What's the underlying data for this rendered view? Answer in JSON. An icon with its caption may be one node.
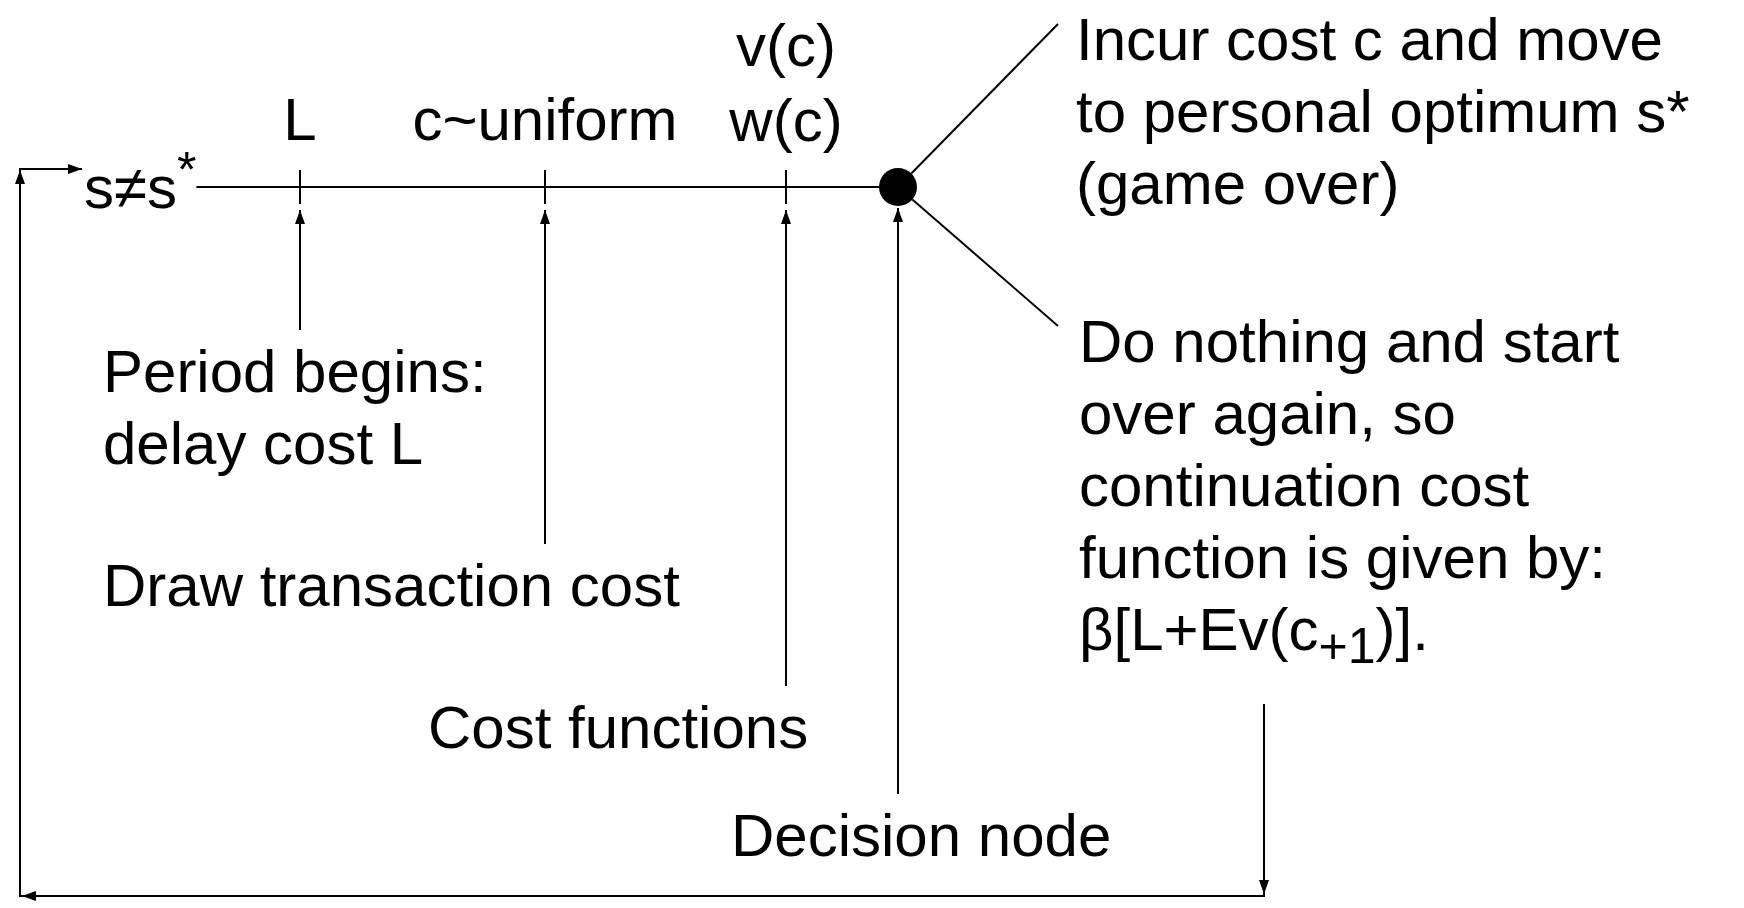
{
  "diagram": {
    "nodes": [
      {
        "text": [
          "s≠s$^{*}$"
        ]
      },
      {
        "text": [],
        "shape": "bar",
        "beside": [
          "L"
        ]
      },
      {
        "text": [],
        "shape": "bar",
        "beside": [
          "c~uniform"
        ]
      },
      {
        "text": [],
        "shape": "bar",
        "beside": [
          "v(c) w(c)"
        ]
      },
      {
        "text": [],
        "shape": "circle"
      },
      {
        "text": [
          "Incur cost c and move to personal optimum s* (game over)"
        ]
      },
      {
        "text": [
          "Do nothing and start over again, so continuation cost function is given by: β[L+Ev(c$_{+1}$)]."
        ]
      },
      {
        "text": [
          "Period begins: delay cost L"
        ]
      },
      {
        "text": [
          "Draw transaction cost"
        ]
      },
      {
        "text": [
          "Cost functions"
        ]
      },
      {
        "text": [
          "Decision node"
        ]
      }
    ],
    "edges": [
      {
        "from": 0,
        "to": 1,
        "arrow": "none"
      },
      {
        "from": 1,
        "to": 2,
        "arrow": "none"
      },
      {
        "from": 2,
        "to": 3,
        "arrow": "none"
      },
      {
        "from": 3,
        "to": 4,
        "arrow": "none"
      },
      {
        "from": 4,
        "to": 5,
        "arrow": "none"
      },
      {
        "from": 4,
        "to": 6,
        "arrow": "none"
      },
      {
        "from": 7,
        "to": 1,
        "arrow": "to"
      },
      {
        "from": 8,
        "to": 2,
        "arrow": "to"
      },
      {
        "from": 9,
        "to": 3,
        "arrow": "to"
      },
      {
        "from": 10,
        "to": 4,
        "arrow": "to"
      },
      {
        "from": 6,
        "to": 0,
        "arrow": "to"
      }
    ]
  }
}
